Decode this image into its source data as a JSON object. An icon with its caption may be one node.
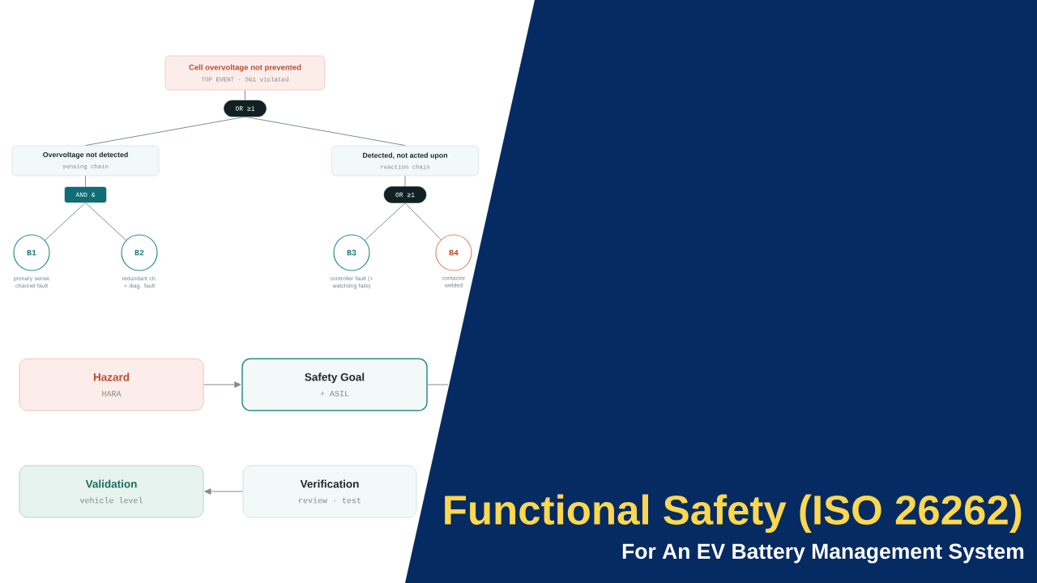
{
  "diagram": {
    "title": "Functional Safety (ISO 26262)",
    "nodes": [
      {
        "text": [
          "Cell overvoltage not prevented",
          "TOP EVENT · SG1 violated"
        ]
      },
      {
        "text": [
          "OR ≥1"
        ]
      },
      {
        "text": [
          "Overvoltage not detected",
          "sensing chain"
        ]
      },
      {
        "text": [
          "Detected, not acted upon",
          "reaction chain"
        ]
      },
      {
        "text": [
          "AND &"
        ]
      },
      {
        "text": [
          "OR ≥1"
        ]
      },
      {
        "text": [
          "B1"
        ],
        "beside": [
          "primary sense channel fault"
        ]
      },
      {
        "text": [
          "B2"
        ],
        "beside": [
          "redundant ch. + diag. fault"
        ]
      },
      {
        "text": [
          "B3"
        ],
        "beside": [
          "controller fault (+ watchdog fails)"
        ]
      },
      {
        "text": [
          "B4"
        ],
        "beside": [
          "contactor welded"
        ]
      },
      {
        "text": [
          "Hazard",
          "HARA"
        ]
      },
      {
        "text": [
          "Safety Goal",
          "+ ASIL"
        ]
      },
      {
        "text": [
          "Validation",
          "vehicle level"
        ]
      },
      {
        "text": [
          "Verification",
          "review · test"
        ]
      }
    ],
    "edges": [
      {
        "from": 0,
        "to": 1,
        "arrow": "none"
      },
      {
        "from": 1,
        "to": 2,
        "arrow": "none"
      },
      {
        "from": 1,
        "to": 3,
        "arrow": "none"
      },
      {
        "from": 2,
        "to": 4,
        "arrow": "none"
      },
      {
        "from": 3,
        "to": 5,
        "arrow": "none"
      },
      {
        "from": 4,
        "to": 6,
        "arrow": "none"
      },
      {
        "from": 4,
        "to": 7,
        "arrow": "none"
      },
      {
        "from": 5,
        "to": 8,
        "arrow": "none"
      },
      {
        "from": 5,
        "to": 9,
        "arrow": "none"
      },
      {
        "from": 10,
        "to": 11,
        "arrow": "to"
      },
      {
        "from": 11,
        "to": null,
        "arrow": "none"
      },
      {
        "from": 13,
        "to": 12,
        "arrow": "to"
      }
    ],
    "labels": [
      "For An EV Battery Management System"
    ]
  }
}
